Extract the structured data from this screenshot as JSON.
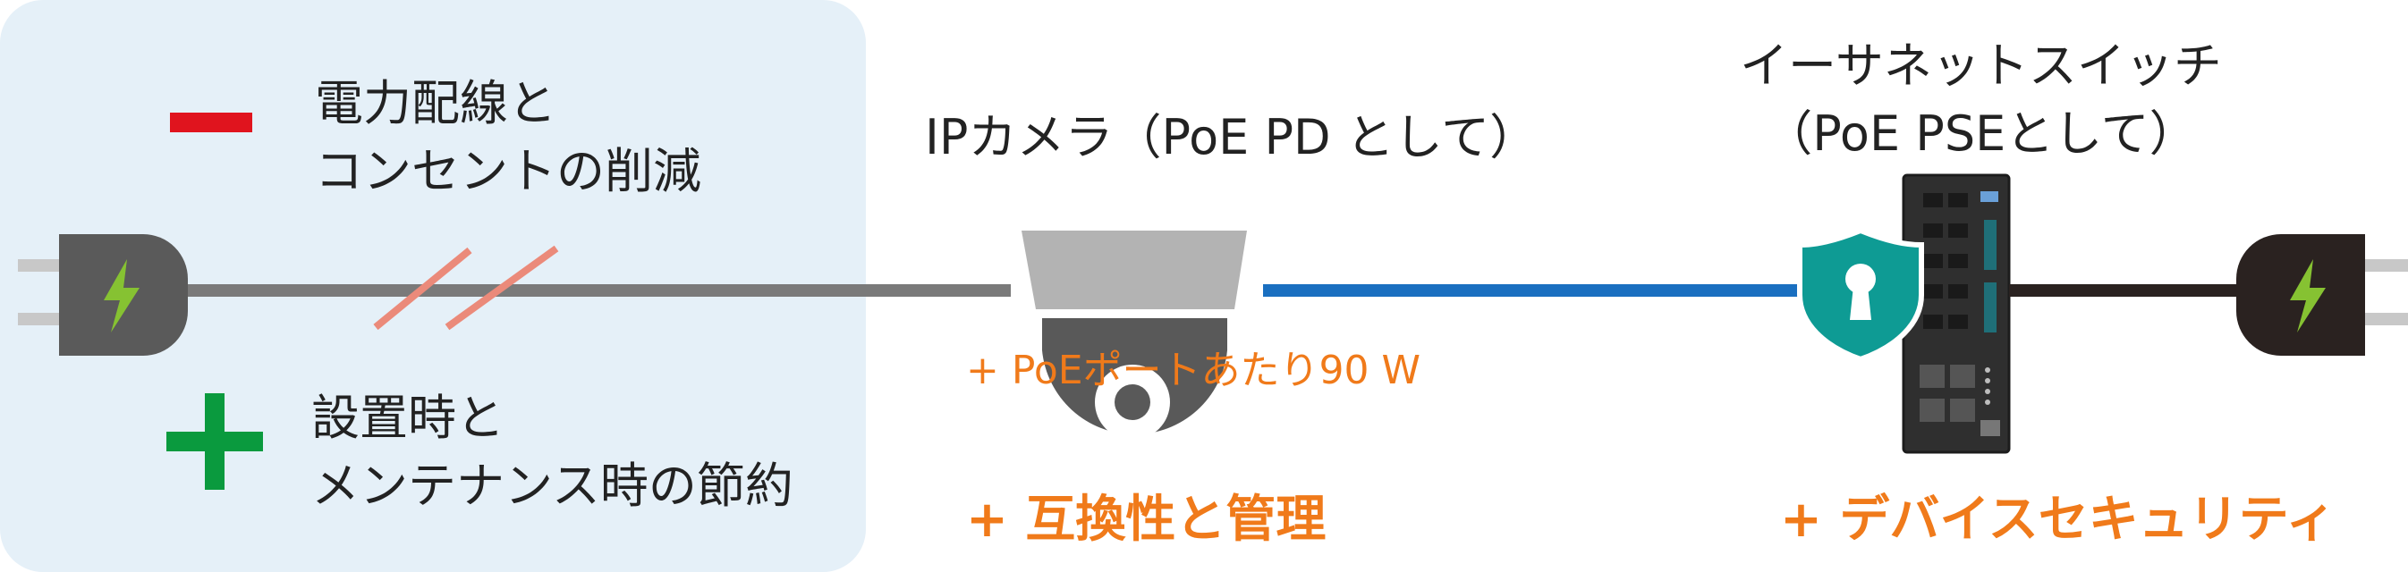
{
  "benefits": {
    "minus": {
      "line1": "電力配線と",
      "line2": "コンセントの削減",
      "color": "#e0141e"
    },
    "plus": {
      "line1": "設置時と",
      "line2": "メンテナンス時の節約",
      "color": "#0a9a3e"
    }
  },
  "camera": {
    "label": "IPカメラ（PoE PD として）"
  },
  "switch": {
    "label_line1": "イーサネットスイッチ",
    "label_line2": "（PoE PSEとして）",
    "shield_color": "#0e9b94"
  },
  "plus_items": [
    {
      "text": "+ PoEポートあたり90 W"
    },
    {
      "text": "+ 互換性と管理"
    },
    {
      "text": "+ デバイスセキュリティ"
    }
  ],
  "colors": {
    "accent": "#f07a1a",
    "poe_cable": "#1a6fc0",
    "power_cable": "#7a7a7a",
    "plug": "#5a5a5a",
    "bolt": "#86c232"
  },
  "icons": [
    "power-plug-icon",
    "lightning-bolt-icon",
    "dome-camera-icon",
    "security-shield-icon",
    "keyhole-icon",
    "ethernet-switch-icon"
  ]
}
